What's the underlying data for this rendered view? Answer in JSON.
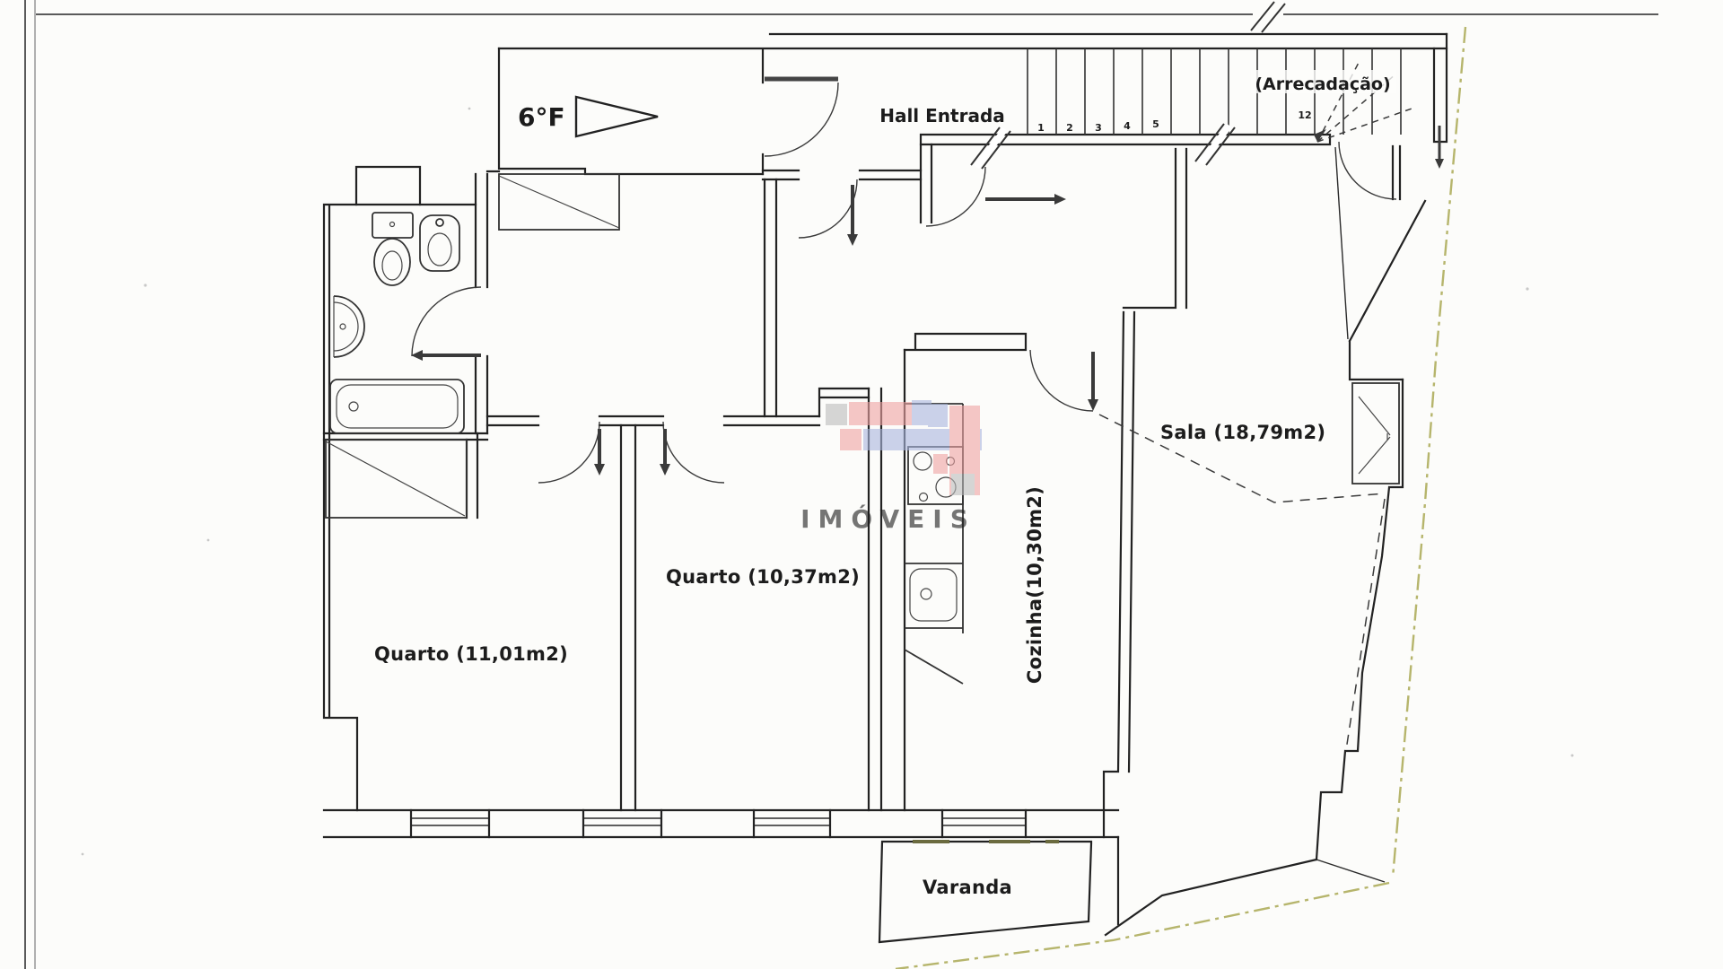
{
  "floorplan": {
    "unit_label": "6°F",
    "labels": {
      "hall": "Hall Entrada",
      "storage": "(Arrecadação)",
      "living_room": "Sala (18,79m2)",
      "bedroom_large": "Quarto (11,01m2)",
      "bedroom_small": "Quarto (10,37m2)",
      "kitchen": "Cozinha(10,30m2)",
      "balcony": "Varanda"
    },
    "stairs": {
      "step_numbers": [
        "1",
        "2",
        "3",
        "4",
        "5"
      ],
      "top_step_number": "12"
    },
    "watermark_text": "IMÓVEIS",
    "colors": {
      "wall": "#222222",
      "boundary_dashdot": "#a9a852",
      "watermark_red": "#efa3a3",
      "watermark_blue": "#a9b6df",
      "watermark_gray": "#bcbcbc",
      "watermark_text_color": "#b3bedd"
    }
  }
}
